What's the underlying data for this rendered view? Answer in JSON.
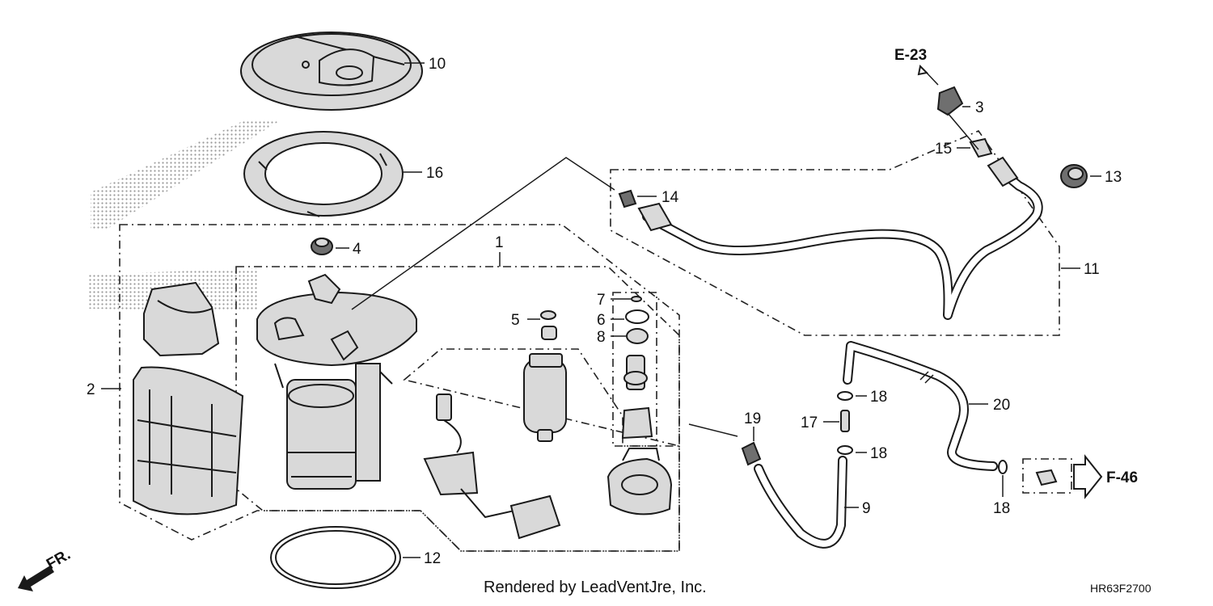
{
  "callouts": {
    "c1": "1",
    "c2": "2",
    "c3": "3",
    "c4": "4",
    "c5": "5",
    "c6": "6",
    "c7": "7",
    "c8": "8",
    "c9": "9",
    "c10": "10",
    "c11": "11",
    "c12": "12",
    "c13": "13",
    "c14": "14",
    "c15": "15",
    "c16": "16",
    "c17": "17",
    "c18a": "18",
    "c18b": "18",
    "c18c": "18",
    "c19": "19",
    "c20": "20"
  },
  "references": {
    "e23": "E-23",
    "f46": "F-46",
    "fr": "FR."
  },
  "footer": {
    "rendered_by": "Rendered by LeadVentJre, Inc.",
    "diagram_code": "HR63F2700"
  },
  "colors": {
    "ink": "#1a1a1a",
    "shade": "#d9d9d9",
    "background": "#ffffff"
  }
}
